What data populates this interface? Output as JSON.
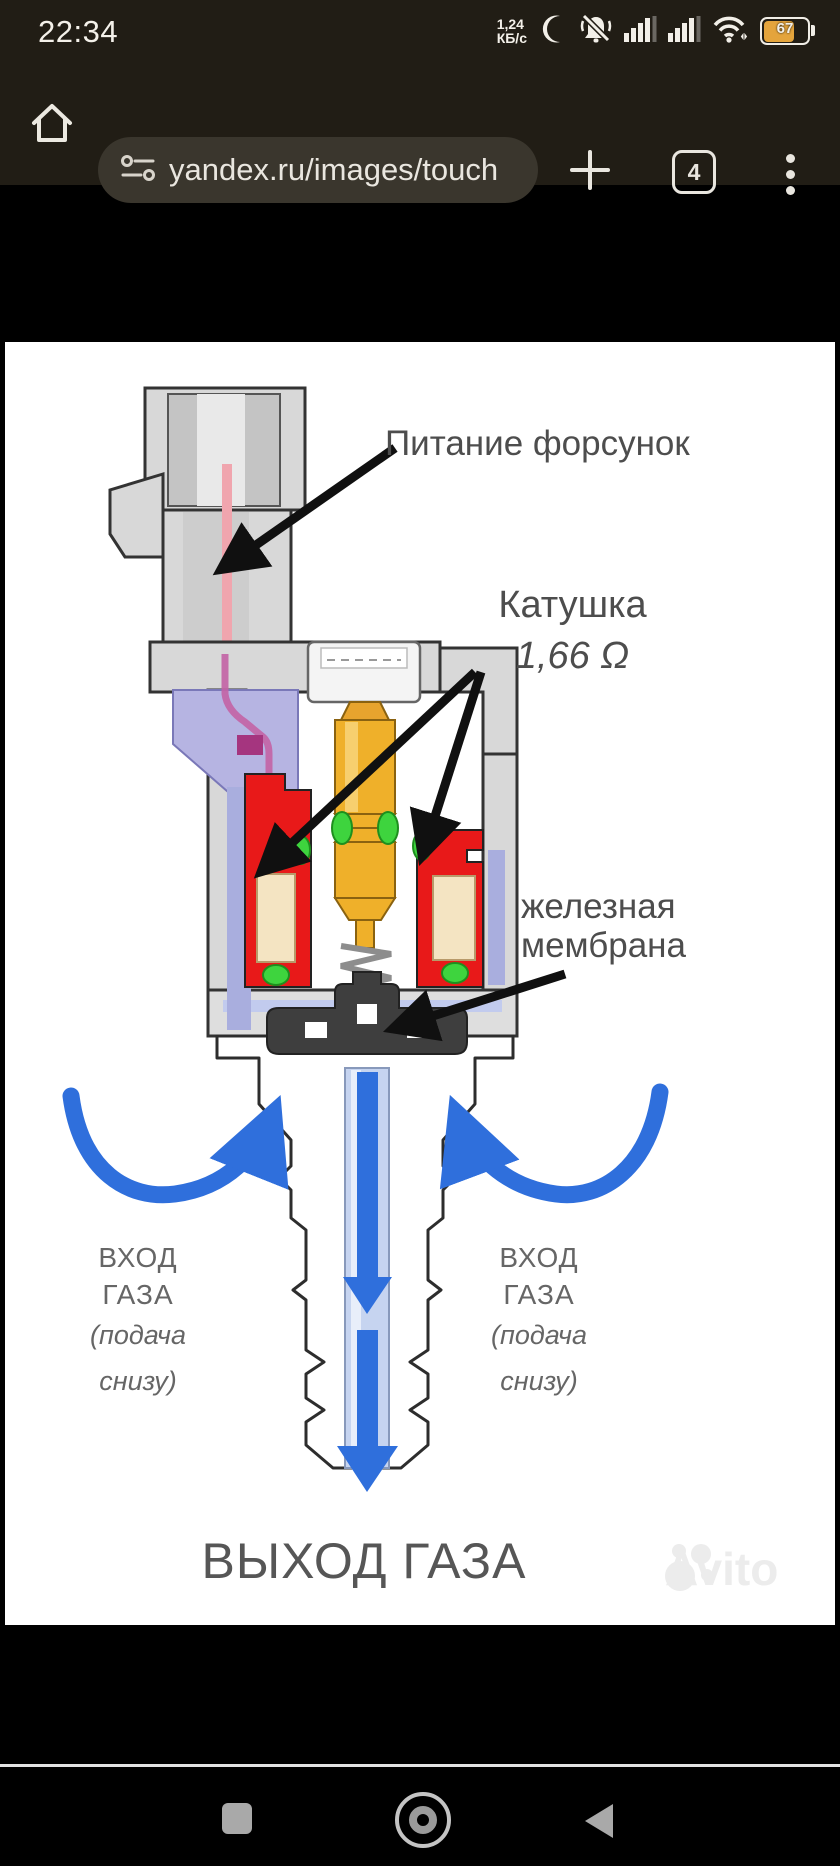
{
  "status_bar": {
    "time": "22:34",
    "data_rate_top": "1,24",
    "data_rate_bottom": "КБ/с",
    "battery_percent": "67",
    "battery_color": "#e4a43c",
    "icons": [
      "moon-icon",
      "bell-slash-icon",
      "signal-bars-icon",
      "signal-bars-icon",
      "wifi-icon",
      "battery-icon"
    ]
  },
  "browser_bar": {
    "url": "yandex.ru/images/touch",
    "tab_count": "4",
    "icons": [
      "home-icon",
      "site-settings-icon",
      "plus-icon",
      "tab-switcher-icon",
      "overflow-menu-icon"
    ]
  },
  "diagram": {
    "label_power": "Питание форсунок",
    "label_coil_name": "Катушка",
    "label_coil_value": "1,66 Ω",
    "label_membrane_1": "железная",
    "label_membrane_2": "мембрана",
    "inlet_left": {
      "l1": "ВХОД",
      "l2": "ГАЗА",
      "l3": "(подача",
      "l4": "снизу)"
    },
    "inlet_right": {
      "l1": "ВХОД",
      "l2": "ГАЗА",
      "l3": "(подача",
      "l4": "снизу)"
    },
    "label_outlet": "ВЫХОД ГАЗА",
    "watermark": "Avito",
    "colors": {
      "flow_blue": "#2f6fdc",
      "coil_red": "#e81919",
      "rod_gold": "#efb02a",
      "oring_green": "#3ed43e",
      "connector_purple": "#b6b4e2",
      "wire_pink": "#f0a5ae",
      "body_gray": "#d8d8d8",
      "membrane_dark": "#3e3e3e"
    }
  },
  "nav_bar": {
    "icons": [
      "recents-square-icon",
      "home-circle-icon",
      "back-triangle-icon"
    ]
  }
}
